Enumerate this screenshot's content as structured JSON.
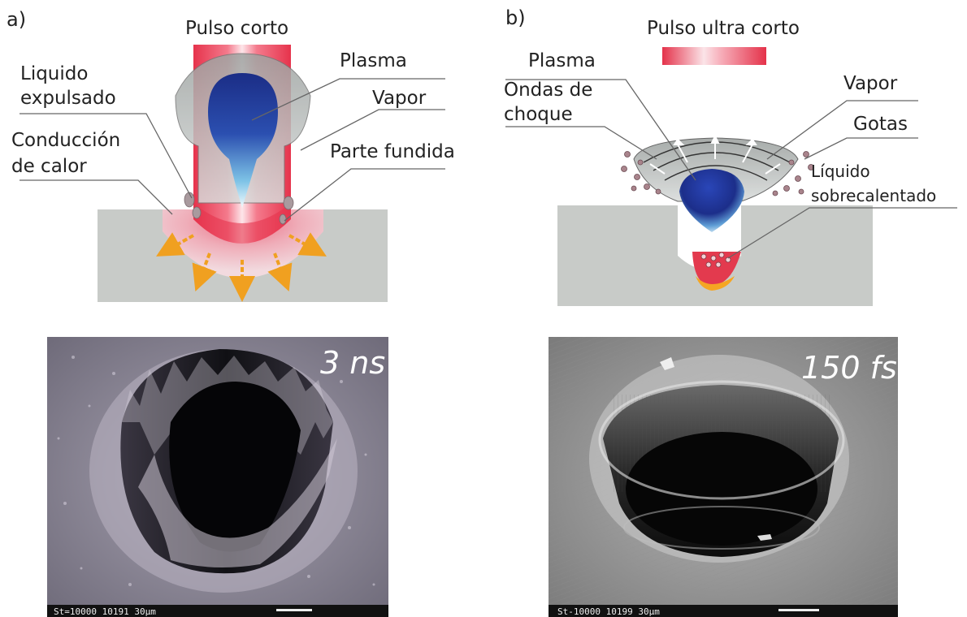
{
  "panel_a": {
    "tag": "a)",
    "title": "Pulso corto",
    "labels": {
      "plasma": "Plasma",
      "liquido1": "Liquido",
      "liquido2": "expulsado",
      "vapor": "Vapor",
      "conduccion1": "Conducción",
      "conduccion2": "de calor",
      "parte_fundida": "Parte fundida"
    },
    "micrograph": {
      "overlay": "3 ns",
      "scale_text": "St=10000      10191    30μm"
    }
  },
  "panel_b": {
    "tag": "b)",
    "title": "Pulso ultra corto",
    "labels": {
      "plasma": "Plasma",
      "ondas1": "Ondas de",
      "ondas2": "choque",
      "vapor": "Vapor",
      "gotas": "Gotas",
      "liquido1": "Líquido",
      "liquido2": "sobrecalentado"
    },
    "micrograph": {
      "overlay": "150 fs",
      "scale_text": "St-10000      10199    30μm"
    }
  },
  "colors": {
    "beam": "#e8344f",
    "plasma": "#1a2f8c",
    "substrate": "#c8cbc8",
    "arrow": "#f0a020",
    "sem_a": "#8a8794",
    "sem_b": "#9a9a9a"
  }
}
